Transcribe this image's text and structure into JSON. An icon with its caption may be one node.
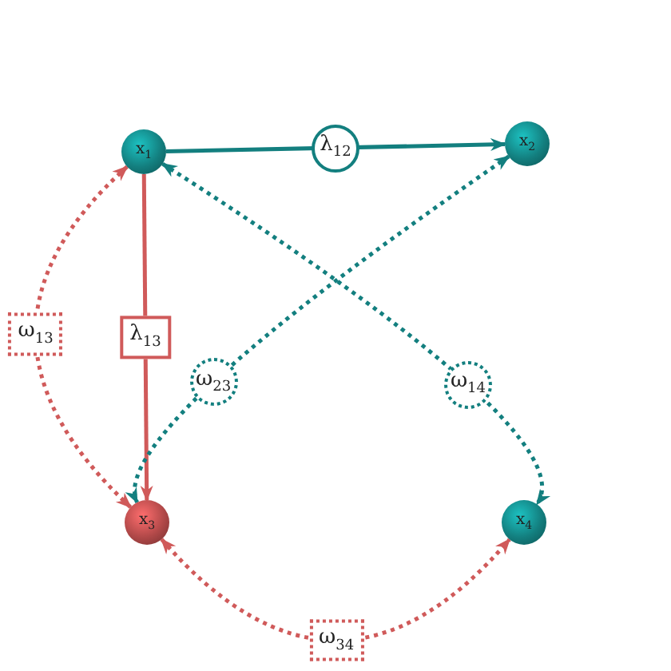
{
  "diagram": {
    "nodes": [
      {
        "text": [
          "x$_{1}$"
        ]
      },
      {
        "text": [
          "x$_{2}$"
        ]
      },
      {
        "text": [
          "x$_{3}$"
        ]
      },
      {
        "text": [
          "x$_{4}$"
        ]
      }
    ],
    "edges": [
      {
        "from": 0,
        "to": 1,
        "arrow": "to",
        "label": "λ$_{12}$",
        "color": "#137f7f"
      },
      {
        "from": 0,
        "to": 2,
        "arrow": "to",
        "label": "λ$_{13}$",
        "color": "#d05a5a"
      },
      {
        "from": 0,
        "to": 2,
        "arrow": "both",
        "label": "ω$_{13}$",
        "color": "#d05a5a",
        "style": "dashed"
      },
      {
        "from": 1,
        "to": 2,
        "arrow": "both",
        "label": "ω$_{23}$",
        "color": "#137f7f",
        "style": "dashed"
      },
      {
        "from": 0,
        "to": 3,
        "arrow": "both",
        "label": "ω$_{14}$",
        "color": "#137f7f",
        "style": "dashed"
      },
      {
        "from": 2,
        "to": 3,
        "arrow": "both",
        "label": "ω$_{34}$",
        "color": "#d05a5a",
        "style": "dashed"
      }
    ]
  }
}
